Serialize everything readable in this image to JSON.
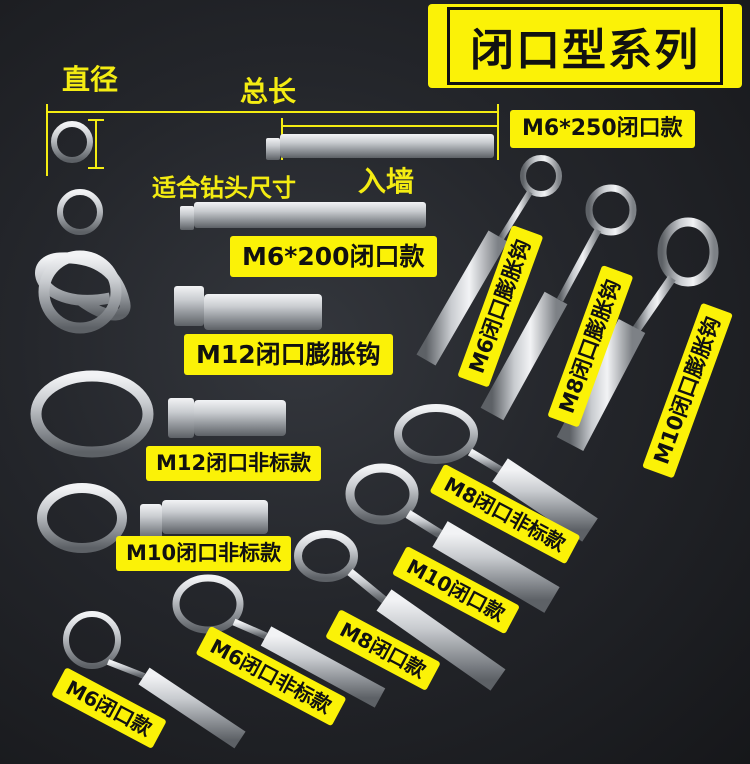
{
  "title": "闭口型系列",
  "annotations": {
    "diameter": "直径",
    "total_length": "总长",
    "drill_fit": "适合钻头尺寸",
    "into_wall": "入墙"
  },
  "labels": {
    "m6_250": "M6*250闭口款",
    "m6_200": "M6*200闭口款",
    "m12_closed": "M12闭口膨胀钩",
    "m12_nonstd": "M12闭口非标款",
    "m10_nonstd": "M10闭口非标款",
    "m6_exp": "M6闭口膨胀钩",
    "m8_exp": "M8闭口膨胀钩",
    "m10_exp": "M10闭口膨胀钩",
    "m8_nonstd": "M8闭口非标款",
    "m10_closed": "M10闭口款",
    "m8_closed": "M8闭口款",
    "m6_nonstd": "M6闭口非标款",
    "m6_closed": "M6闭口款"
  },
  "colors": {
    "tag_yellow": "#fbf207",
    "annotation_yellow": "#f4ec12",
    "background": "#1c1e22",
    "steel": "#c9ccd0"
  }
}
